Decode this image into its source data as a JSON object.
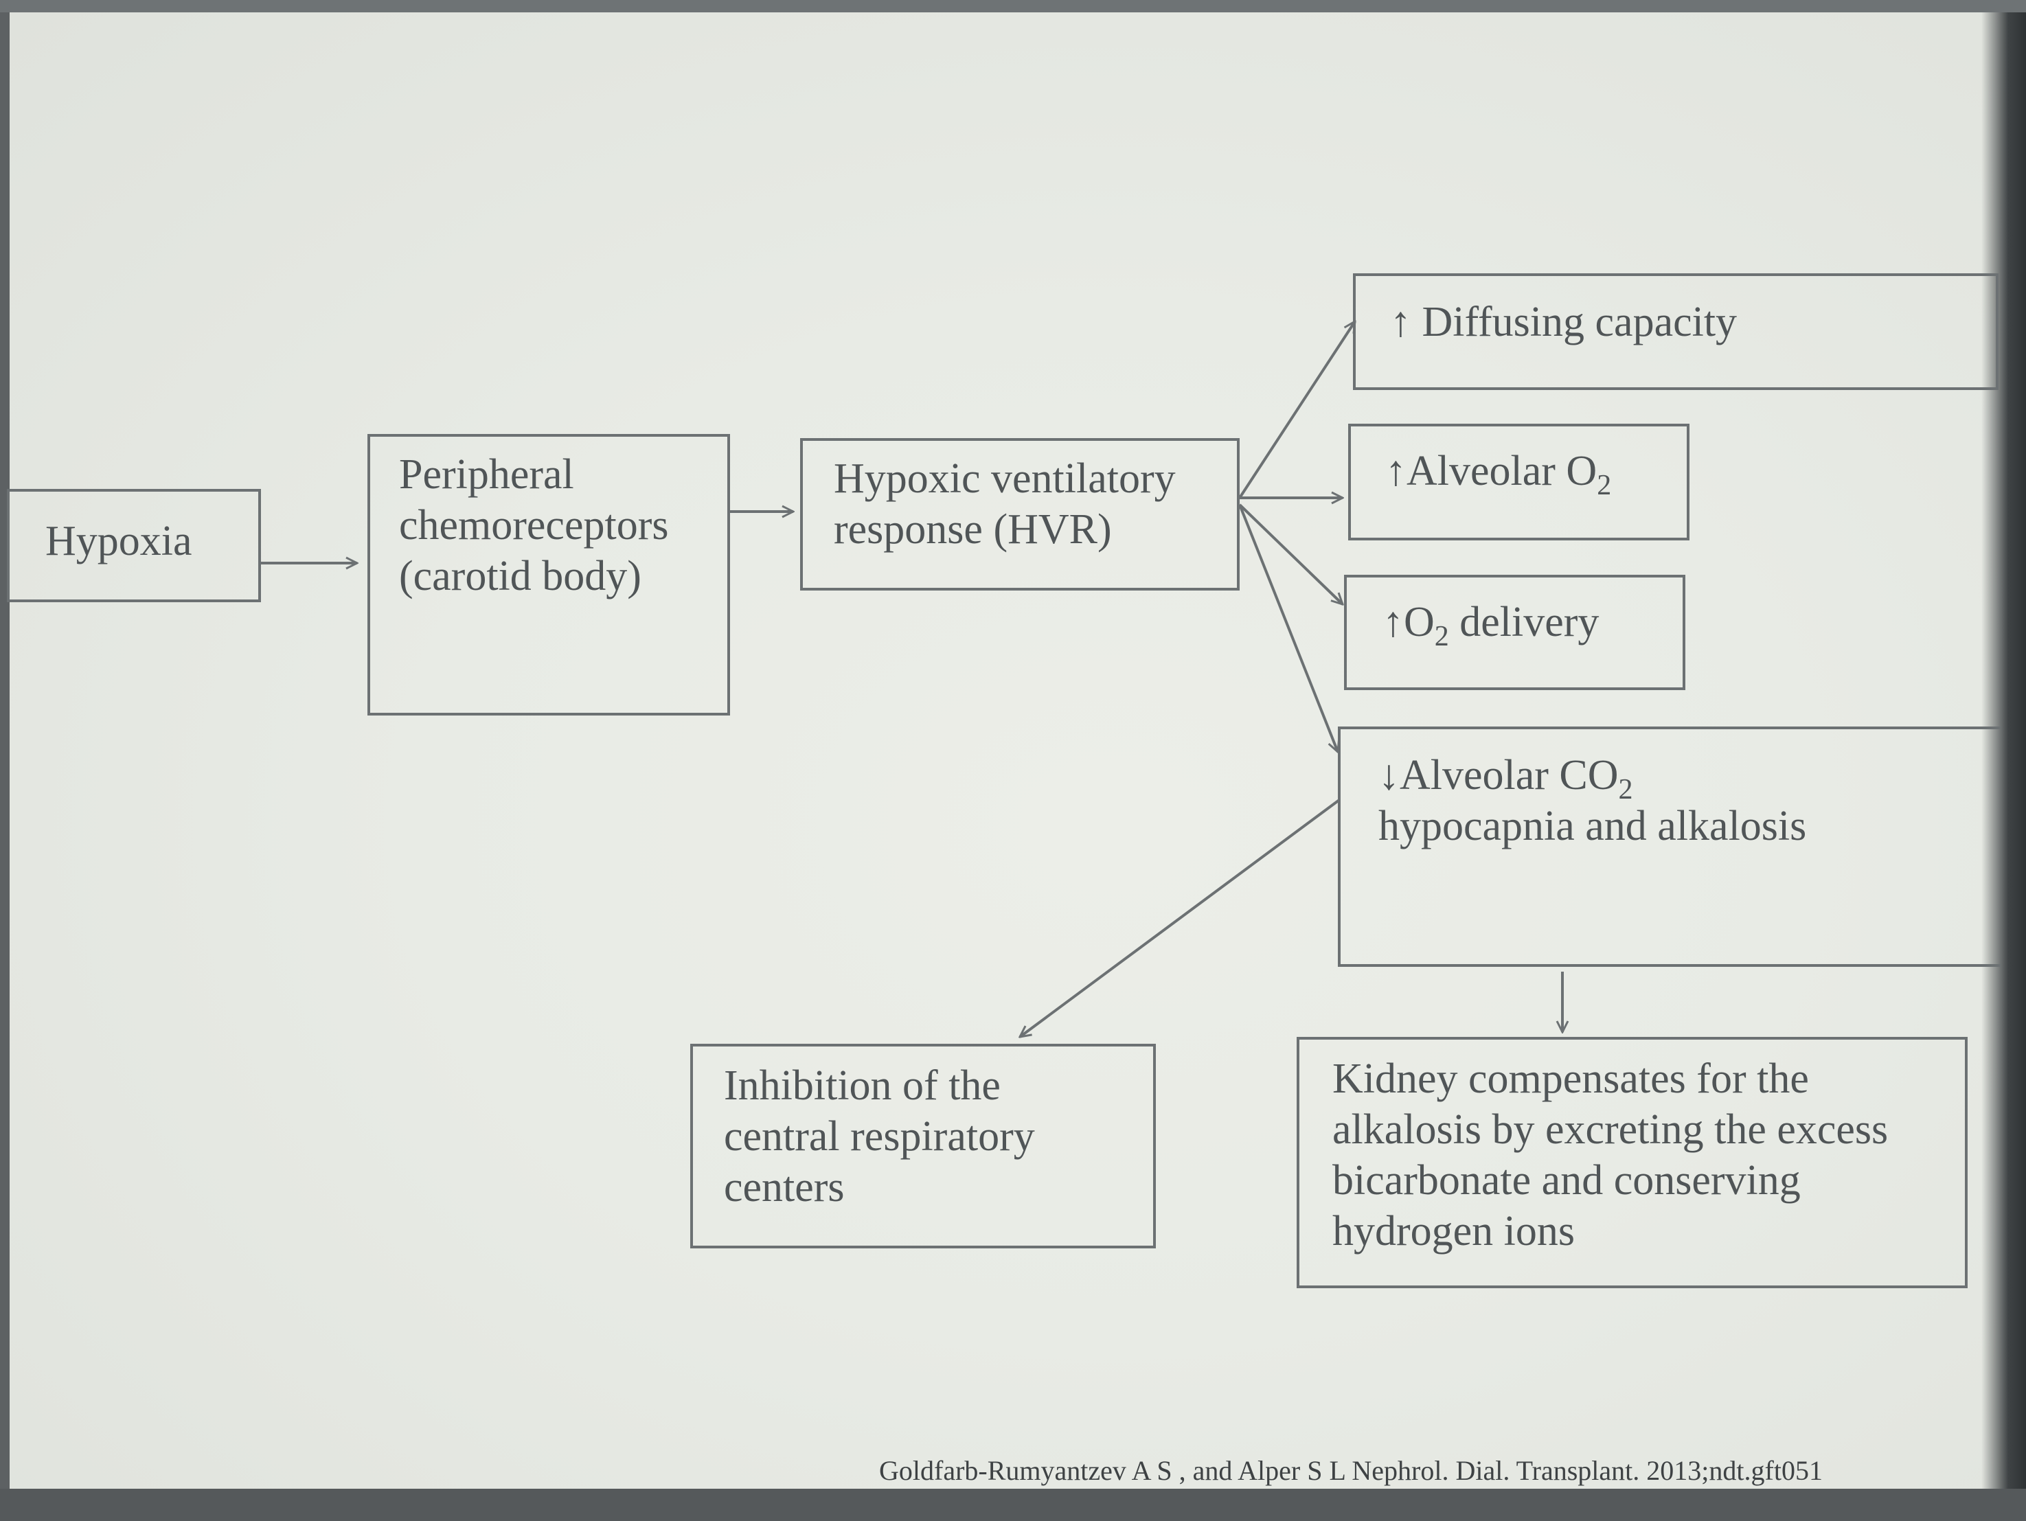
{
  "nodes": {
    "hypoxia": {
      "line1": "Hypoxia"
    },
    "chemoreceptors": {
      "line1": "Peripheral",
      "line2": "chemoreceptors",
      "line3": "(carotid body)"
    },
    "hvr": {
      "line1": "Hypoxic ventilatory",
      "line2": "response (HVR)"
    },
    "diffusing": {
      "arrow": "↑",
      "text": " Diffusing capacity"
    },
    "alveolar_o2": {
      "arrow": "↑",
      "text": "Alveolar O",
      "sub": "2"
    },
    "o2_delivery": {
      "arrow": "↑",
      "text1": "O",
      "sub": "2",
      "text2": " delivery"
    },
    "alveolar_co2": {
      "arrow": "↓",
      "text": "Alveolar CO",
      "sub": "2",
      "line2": "hypocapnia and alkalosis"
    },
    "inhibition": {
      "line1": "Inhibition of the",
      "line2": "central respiratory",
      "line3": "centers"
    },
    "kidney": {
      "line1": "Kidney compensates for the",
      "line2": "alkalosis by excreting the excess",
      "line3": "bicarbonate and conserving",
      "line4": "hydrogen ions"
    }
  },
  "citation": "Goldfarb-Rumyantzev A S , and Alper S L Nephrol. Dial. Transplant. 2013;ndt.gft051",
  "colors": {
    "stroke": "#6c7173",
    "text": "#505557"
  }
}
